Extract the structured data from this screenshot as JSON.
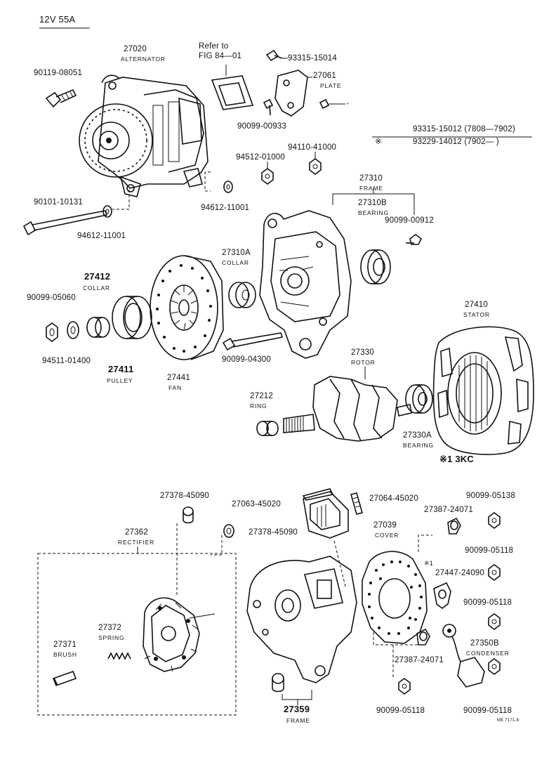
{
  "header": {
    "spec": "12V 55A",
    "refer_line1": "Refer to",
    "refer_line2": "FIG 84—01",
    "applic_row1": "93315-15012 (7808—7902)",
    "applic_mark": "※",
    "applic_row2": "93229-14012 (7902—        )",
    "engine_note": "※1 3KC",
    "footer_code": "ME 7171-8"
  },
  "parts": {
    "p27020": {
      "num": "27020",
      "name": "ALTERNATOR"
    },
    "p90119": {
      "num": "90119-08051"
    },
    "p93315": {
      "num": "93315-15014"
    },
    "p27061": {
      "num": "27061",
      "name": "PLATE"
    },
    "p90099_00933": {
      "num": "90099-00933"
    },
    "p94110": {
      "num": "94110-41000"
    },
    "p94512": {
      "num": "94512-01000"
    },
    "p27310": {
      "num": "27310",
      "name": "FRAME"
    },
    "p27310B": {
      "num": "27310B",
      "name": "BEARING"
    },
    "p90099_00912": {
      "num": "90099-00912"
    },
    "p90101": {
      "num": "90101-10131"
    },
    "p94612_a": {
      "num": "94612-11001"
    },
    "p94612_b": {
      "num": "94612-11001"
    },
    "p27310A": {
      "num": "27310A",
      "name": "COLLAR"
    },
    "p27412": {
      "num": "27412",
      "name": "COLLAR"
    },
    "p90099_05060": {
      "num": "90099-05060"
    },
    "p94511": {
      "num": "94511-01400"
    },
    "p27411": {
      "num": "27411",
      "name": "PULLEY"
    },
    "p27441": {
      "num": "27441",
      "name": "FAN"
    },
    "p90099_04300": {
      "num": "90099-04300"
    },
    "p27410": {
      "num": "27410",
      "name": "STATOR"
    },
    "p27330": {
      "num": "27330",
      "name": "ROTOR"
    },
    "p27212": {
      "num": "27212",
      "name": "RING"
    },
    "p27330A": {
      "num": "27330A",
      "name": "BEARING"
    },
    "p27378_a": {
      "num": "27378-45090"
    },
    "p27378_b": {
      "num": "27378-45090"
    },
    "p27063": {
      "num": "27063-45020"
    },
    "p27064": {
      "num": "27064-45020"
    },
    "p90099_05138": {
      "num": "90099-05138"
    },
    "p27387_a": {
      "num": "27387-24071"
    },
    "p27039": {
      "num": "27039",
      "name": "COVER"
    },
    "p27362": {
      "num": "27362",
      "name": "RECTIFIER"
    },
    "p90099_05118_a": {
      "num": "90099-05118"
    },
    "mark_1": {
      "num": "※1"
    },
    "p27447": {
      "num": "27447-24090"
    },
    "p90099_05118_b": {
      "num": "90099-05118"
    },
    "p27372": {
      "num": "27372",
      "name": "SPRING"
    },
    "p27371": {
      "num": "27371",
      "name": "BRUSH"
    },
    "p27350B": {
      "num": "27350B",
      "name": "CONDENSER"
    },
    "p27387_b": {
      "num": "27387-24071"
    },
    "p27359": {
      "num": "27359",
      "name": "FRAME"
    },
    "p90099_05118_c": {
      "num": "90099-05118"
    },
    "p90099_05118_d": {
      "num": "90099-05118"
    }
  }
}
